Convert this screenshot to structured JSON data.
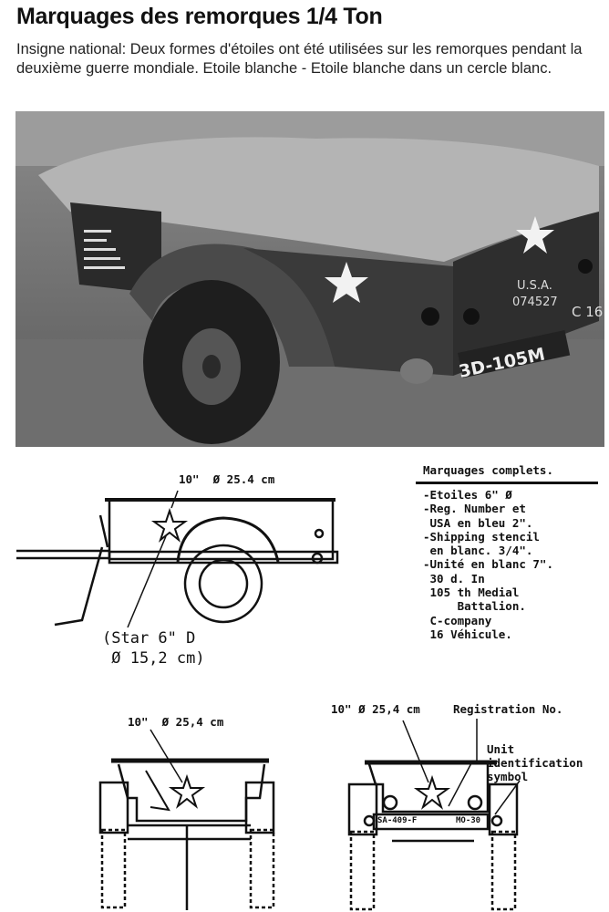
{
  "title": "Marquages des remorques 1/4 Ton",
  "intro": "Insigne national: Deux formes d'étoiles ont été utilisées sur les remorques pendant la deuxième guerre mondiale. Etoile blanche - Etoile blanche dans un cercle blanc.",
  "photo": {
    "usa_text": "U.S.A.",
    "serial_text": "074527",
    "plate_text": "3D-105M",
    "company_text": "C 16"
  },
  "side_diagram": {
    "star_label": "10\"  Ø 25.4 cm",
    "star_small_label_1": "(Star 6\" D",
    "star_small_label_2": " Ø 15,2 cm)"
  },
  "panel": {
    "title": "Marquages complets.",
    "lines": [
      "-Etoiles 6\" Ø",
      "-Reg. Number et",
      " USA en bleu 2\".",
      "-Shipping stencil",
      " en blanc. 3/4\".",
      "-Unité en blanc 7\".",
      " 30 d. In",
      " 105 th Medial",
      "     Battalion.",
      " C-company",
      " 16 Véhicule."
    ]
  },
  "front_diagram": {
    "star_label": "10\"  Ø 25,4 cm"
  },
  "rear_diagram": {
    "star_label": "10\" Ø 25,4 cm",
    "registration_label": "Registration No.",
    "unit_label_1": "Unit",
    "unit_label_2": "identification",
    "unit_label_3": "symbol",
    "plate_left": "SA-409-F",
    "plate_right": "MO-30"
  }
}
